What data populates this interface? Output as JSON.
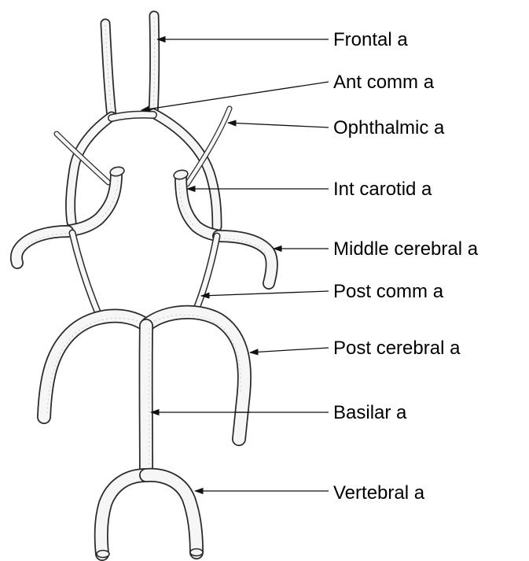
{
  "labels": {
    "frontal": "Frontal a",
    "ant_comm": "Ant comm a",
    "ophthalmic": "Ophthalmic a",
    "int_carotid": "Int carotid a",
    "middle_cerebral": "Middle cerebral a",
    "post_comm": "Post comm a",
    "post_cerebral": "Post cerebral a",
    "basilar": "Basilar a",
    "vertebral": "Vertebral a"
  }
}
